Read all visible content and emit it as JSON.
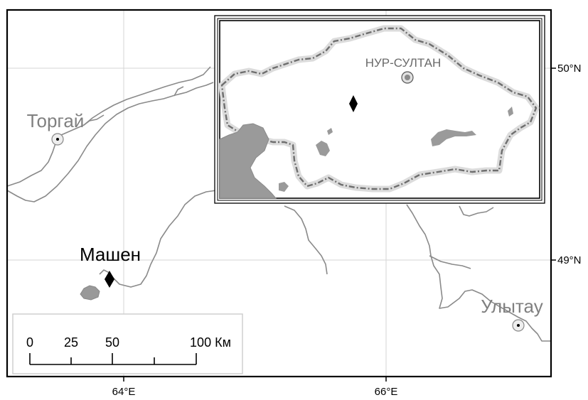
{
  "places": {
    "torgai": "Торгай",
    "mashen": "Машен",
    "ulytau": "Улытау",
    "capital": "НУР-СУЛТАН"
  },
  "axes": {
    "lon_64": "64°E",
    "lon_66": "66°E",
    "lat_50": "50°N",
    "lat_49": "49°N"
  },
  "scalebar": {
    "tick_0": "0",
    "tick_25": "25",
    "tick_50": "50",
    "tick_100": "100 Км"
  },
  "colors": {
    "river": "#8a8a8a",
    "lake": "#999999",
    "border": "#707070",
    "graticule": "#d6d6d6",
    "frame": "#000000"
  }
}
